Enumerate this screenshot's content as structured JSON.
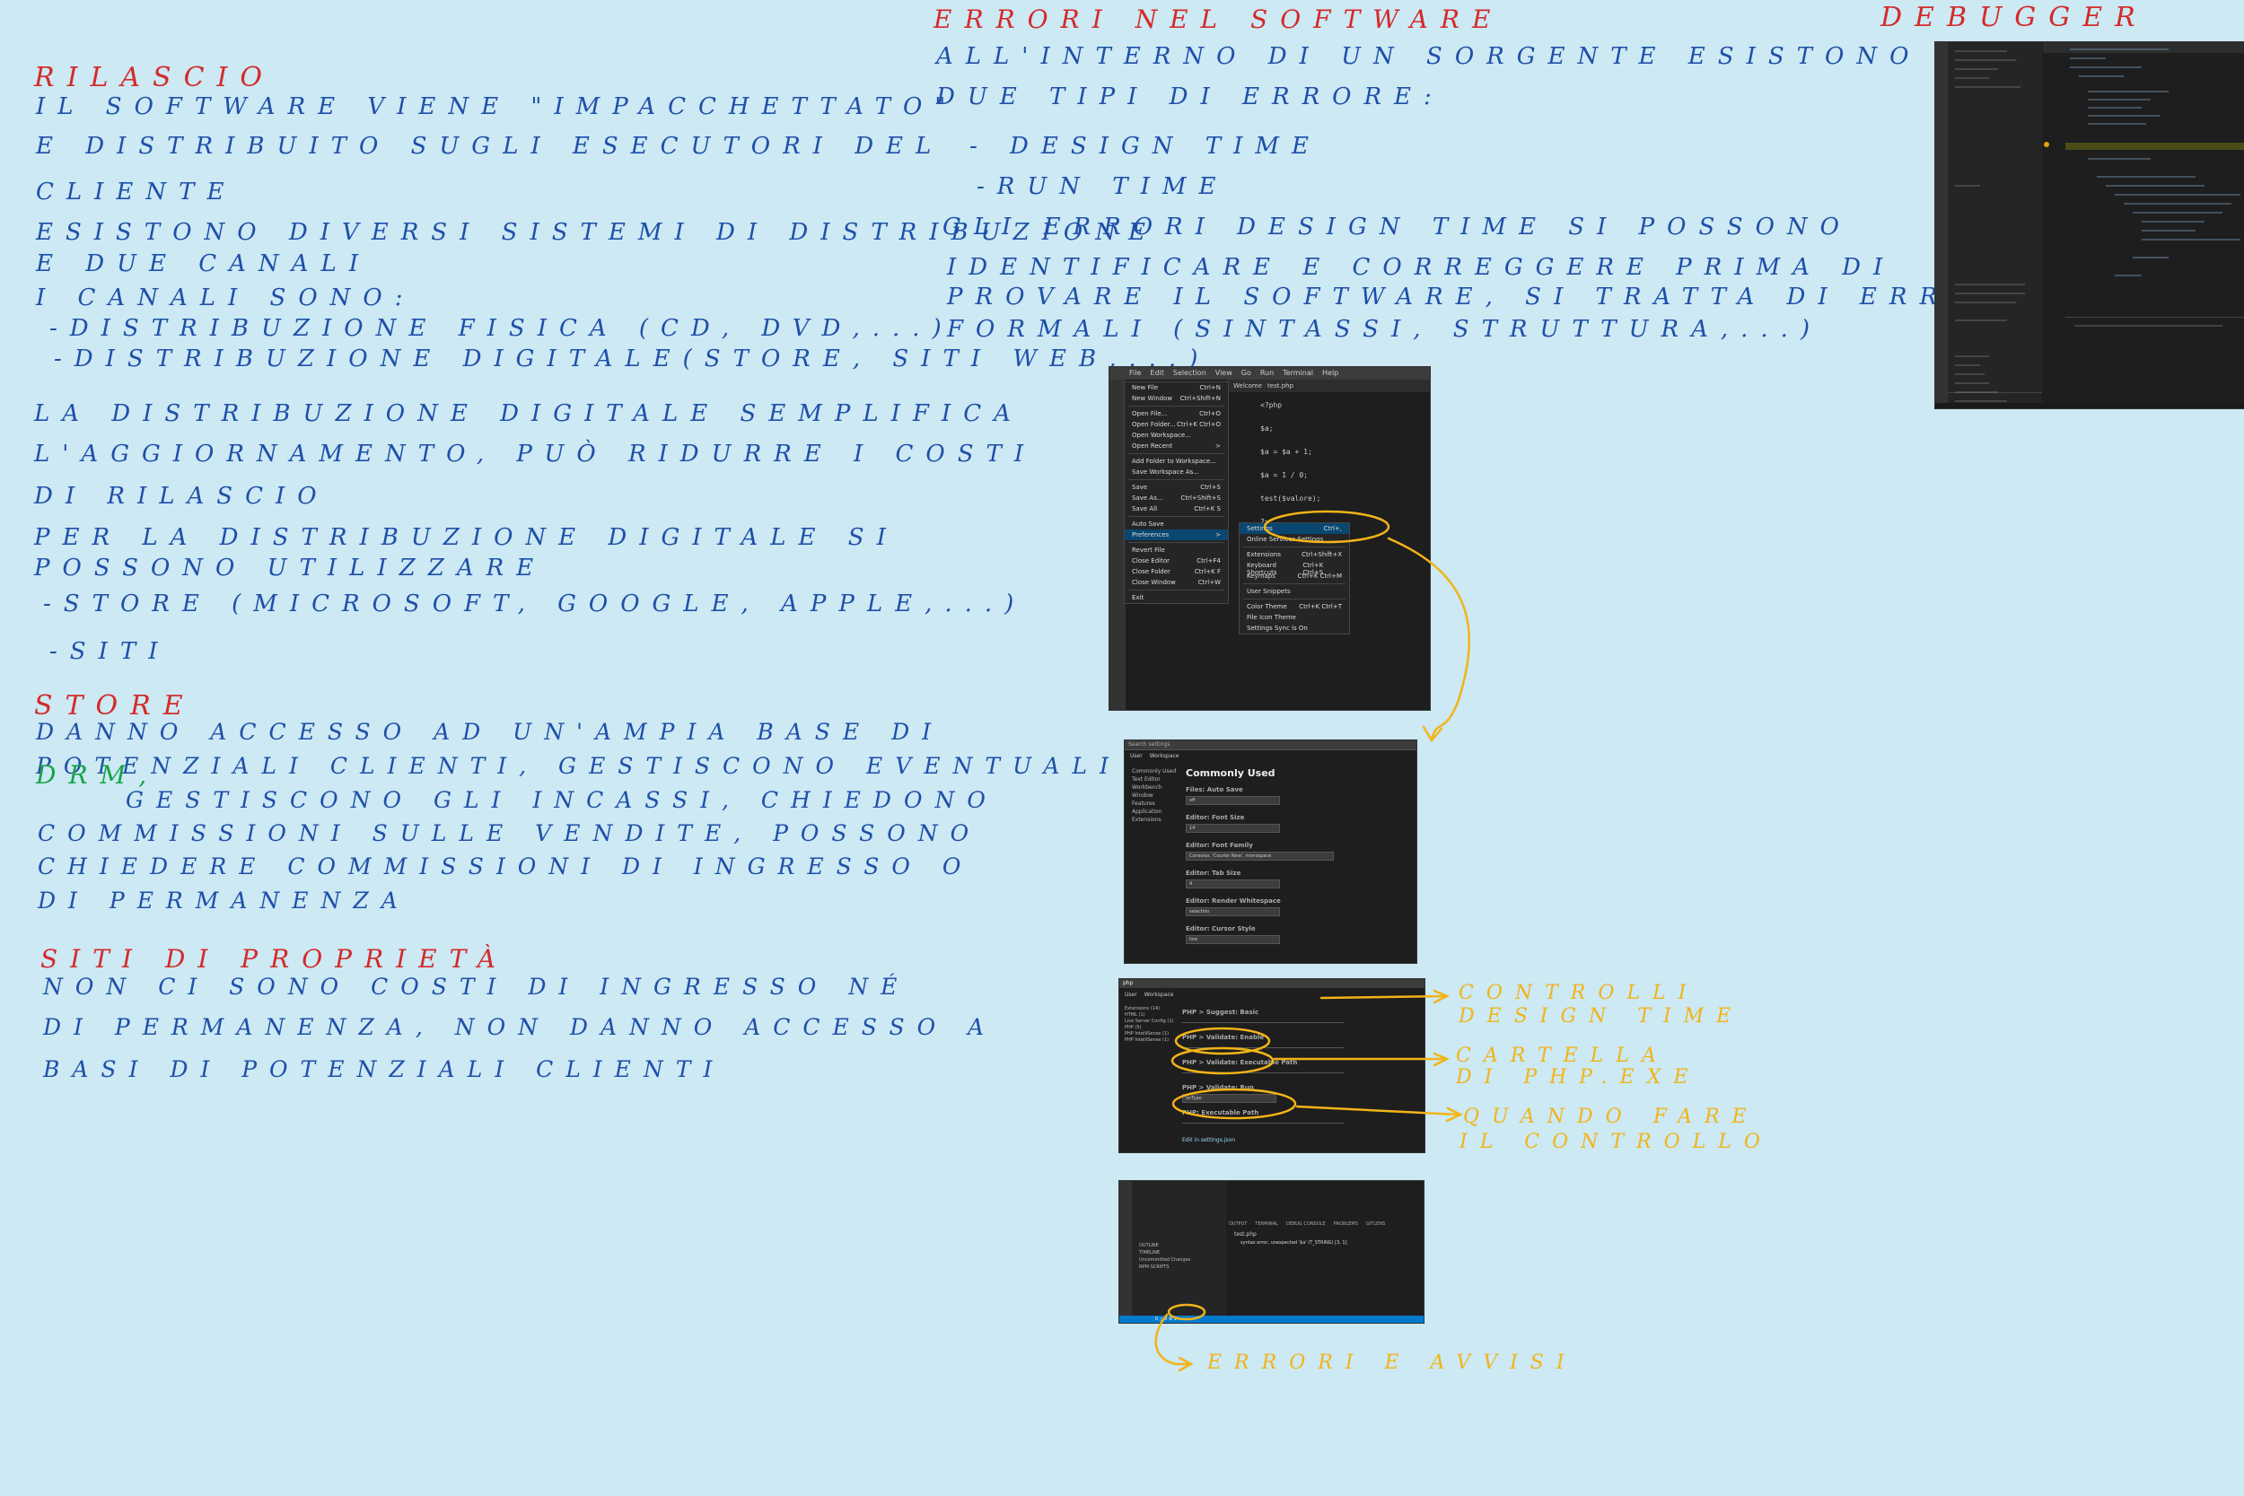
{
  "left": {
    "heading_rilascio": "Rilascio",
    "rilascio_lines": [
      "Il software viene \"impacchettato\"",
      "e distribuito sugli esecutori del",
      "cliente",
      "Esistono diversi sistemi di distribuzione",
      "e due canali",
      "I canali sono:",
      "-distribuzione fisica (cd, dvd,...)",
      "-distribuzione digitale(store, siti web,...)"
    ],
    "dist_lines": [
      "La distribuzione digitale semplifica",
      "l'aggiornamento, può ridurre i costi",
      "di rilascio",
      "Per la distribuzione digitale si",
      "possono utilizzare",
      "-store (Microsoft, Google, Apple,...)",
      "-siti"
    ],
    "heading_store": "Store",
    "store_lines": [
      "danno accesso ad un'ampia base di",
      "potenziali clienti, gestiscono eventuali",
      "gestiscono gli incassi, chiedono",
      "commissioni sulle vendite, possono",
      "chiedere commissioni di ingresso o",
      "di permanenza"
    ],
    "drm": "DRM,",
    "heading_siti": "Siti di proprietà",
    "siti_lines": [
      "non ci sono costi di ingresso né",
      "di permanenza, non danno accesso a",
      "basi di potenziali clienti"
    ]
  },
  "middle": {
    "heading": "Errori nel software",
    "lines": [
      "All'interno di un sorgente esistono",
      "due tipi di errore:",
      "- design time",
      "-run time",
      "Gli errori design time si possono",
      "identificare e correggere prima di",
      "provare il software, si tratta di errori",
      "formali (sintassi, struttura,...)"
    ]
  },
  "right": {
    "heading": "Debugger"
  },
  "annotations": {
    "controlli": [
      "controlli",
      "design time"
    ],
    "cartella": [
      "cartella",
      "di php.exe"
    ],
    "quando": [
      "quando fare",
      "il controllo"
    ],
    "errori_avvisi": "errori e avvisi"
  },
  "shot1": {
    "menubar": [
      "File",
      "Edit",
      "Selection",
      "View",
      "Go",
      "Run",
      "Terminal",
      "Help"
    ],
    "tabs": [
      "Welcome",
      "test.php"
    ],
    "file_menu": [
      {
        "label": "New File",
        "key": "Ctrl+N"
      },
      {
        "label": "New Window",
        "key": "Ctrl+Shift+N"
      },
      {
        "label": "Open File...",
        "key": "Ctrl+O"
      },
      {
        "label": "Open Folder...",
        "key": "Ctrl+K Ctrl+O"
      },
      {
        "label": "Open Workspace...",
        "key": ""
      },
      {
        "label": "Open Recent",
        "key": ">"
      },
      {
        "label": "Add Folder to Workspace...",
        "key": ""
      },
      {
        "label": "Save Workspace As...",
        "key": ""
      },
      {
        "label": "Save",
        "key": "Ctrl+S"
      },
      {
        "label": "Save As...",
        "key": "Ctrl+Shift+S"
      },
      {
        "label": "Save All",
        "key": "Ctrl+K S"
      },
      {
        "label": "Auto Save",
        "key": ""
      },
      {
        "label": "Preferences",
        "key": ">"
      },
      {
        "label": "Revert File",
        "key": ""
      },
      {
        "label": "Close Editor",
        "key": "Ctrl+F4"
      },
      {
        "label": "Close Folder",
        "key": "Ctrl+K F"
      },
      {
        "label": "Close Window",
        "key": "Ctrl+W"
      },
      {
        "label": "Exit",
        "key": ""
      }
    ],
    "pref_menu": [
      {
        "label": "Settings",
        "key": "Ctrl+,"
      },
      {
        "label": "Online Services Settings",
        "key": ""
      },
      {
        "label": "Extensions",
        "key": "Ctrl+Shift+X"
      },
      {
        "label": "Keyboard Shortcuts",
        "key": "Ctrl+K Ctrl+S"
      },
      {
        "label": "Keymaps",
        "key": "Ctrl+K Ctrl+M"
      },
      {
        "label": "User Snippets",
        "key": ""
      },
      {
        "label": "Color Theme",
        "key": "Ctrl+K Ctrl+T"
      },
      {
        "label": "File Icon Theme",
        "key": ""
      },
      {
        "label": "Settings Sync is On",
        "key": ""
      }
    ],
    "code": [
      "<?php",
      "",
      "$a;",
      "",
      "$a = $a + 1;",
      "",
      "$a = 1 / 0;",
      "",
      "test($valore);",
      "",
      "?>"
    ]
  },
  "shot2": {
    "search_placeholder": "Search settings",
    "scope": [
      "User",
      "Workspace"
    ],
    "tree": [
      "Commonly Used",
      "Text Editor",
      "Workbench",
      "Window",
      "Features",
      "Application",
      "Extensions"
    ],
    "title": "Commonly Used",
    "settings": [
      "Files: Auto Save",
      "Editor: Font Size",
      "Editor: Font Family",
      "Editor: Tab Size",
      "Editor: Render Whitespace",
      "Editor: Cursor Style"
    ],
    "values": [
      "off",
      "14",
      "Consolas, 'Courier New', monospace",
      "4",
      "selection",
      "line"
    ]
  },
  "shot3": {
    "search_value": "php",
    "scope": [
      "User",
      "Workspace"
    ],
    "tree": [
      "Extensions (14)",
      "HTML (1)",
      "Live Server Config (1)",
      "PHP (5)",
      "PHP IntelliSense (1)",
      "PHP IntelliSense (1)"
    ],
    "items": [
      "PHP > Suggest: Basic",
      "PHP > Validate: Enable",
      "PHP > Validate: Executable Path",
      "PHP > Validate: Run",
      "PHP: Executable Path"
    ],
    "run_value": "onType",
    "edit_link": "Edit in settings.json"
  },
  "shot4": {
    "panel_tabs": [
      "OUTPUT",
      "TERMINAL",
      "DEBUG CONSOLE",
      "PROBLEMS",
      "GITLENS"
    ],
    "problem_file": "test.php",
    "problem_text": "syntax error, unexpected '$a' (T_STRING) [3, 1]",
    "side_items": [
      "OUTLINE",
      "TIMELINE",
      "Uncommitted Changes",
      "NPM SCRIPTS"
    ],
    "status": "0 △ 0 ⊗ 1"
  }
}
